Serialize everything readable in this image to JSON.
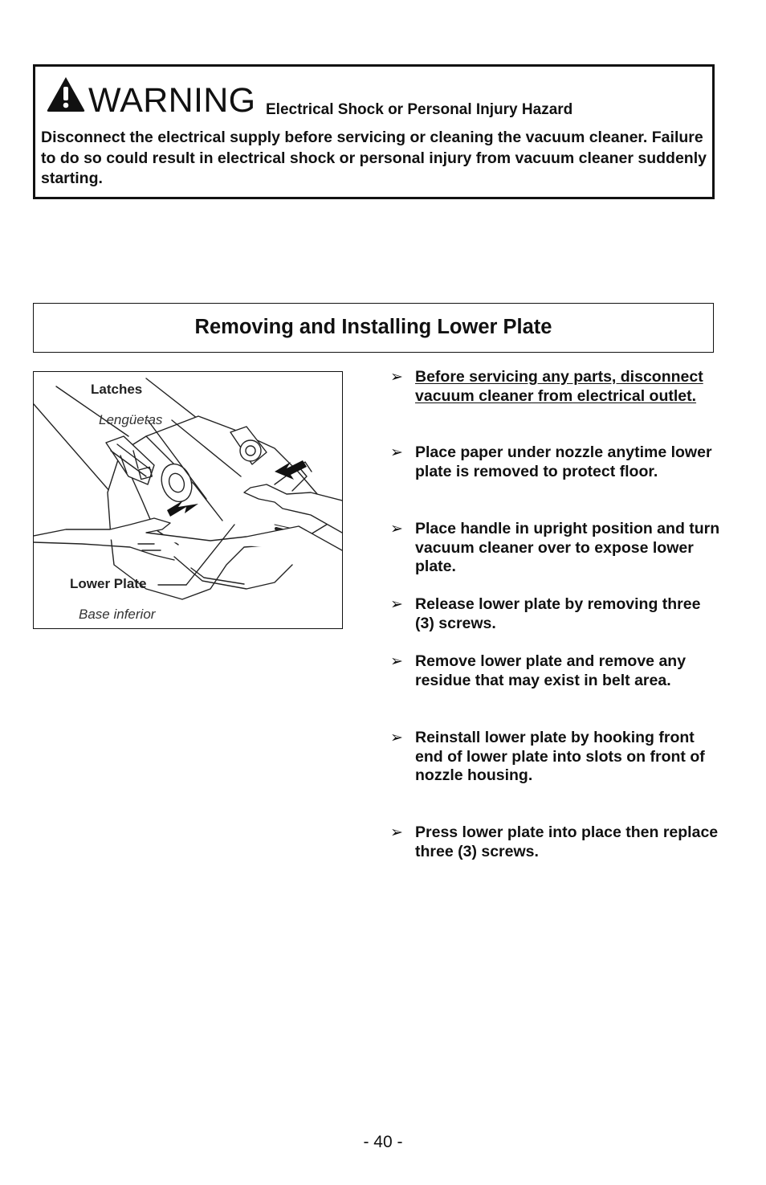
{
  "warning": {
    "icon": "warning-triangle-icon",
    "title": "WARNING",
    "subtitle": "Electrical Shock or Personal Injury Hazard",
    "body": "Disconnect the electrical supply before servicing or cleaning the vacuum cleaner. Failure to do so could result in electrical shock or personal injury from vacuum cleaner suddenly starting."
  },
  "section": {
    "title": "Removing and Installing Lower Plate"
  },
  "figure": {
    "labels": {
      "latches": "Latches",
      "latches_es": "Lengüetas",
      "lower_plate": "Lower Plate",
      "lower_plate_es": "Base inferior"
    }
  },
  "steps": [
    {
      "arrow": "➢",
      "text": "Before servicing any parts, disconnect vacuum cleaner from electrical outlet."
    },
    {
      "arrow": "➢",
      "text": "Place paper under nozzle anytime lower plate is removed to protect floor."
    },
    {
      "arrow": "➢",
      "text": "Place handle in upright position and turn vacuum cleaner over to expose lower plate."
    },
    {
      "arrow": "➢",
      "text": "Release lower plate by removing three (3) screws."
    },
    {
      "arrow": "➢",
      "text": "Remove lower plate and remove any residue that may exist in belt area."
    },
    {
      "arrow": "➢",
      "text": "Reinstall lower plate by hooking front end of lower plate into slots on front of nozzle housing."
    },
    {
      "arrow": "➢",
      "text": "Press lower plate into place then replace three (3) screws."
    }
  ],
  "page_number": "- 40 -"
}
